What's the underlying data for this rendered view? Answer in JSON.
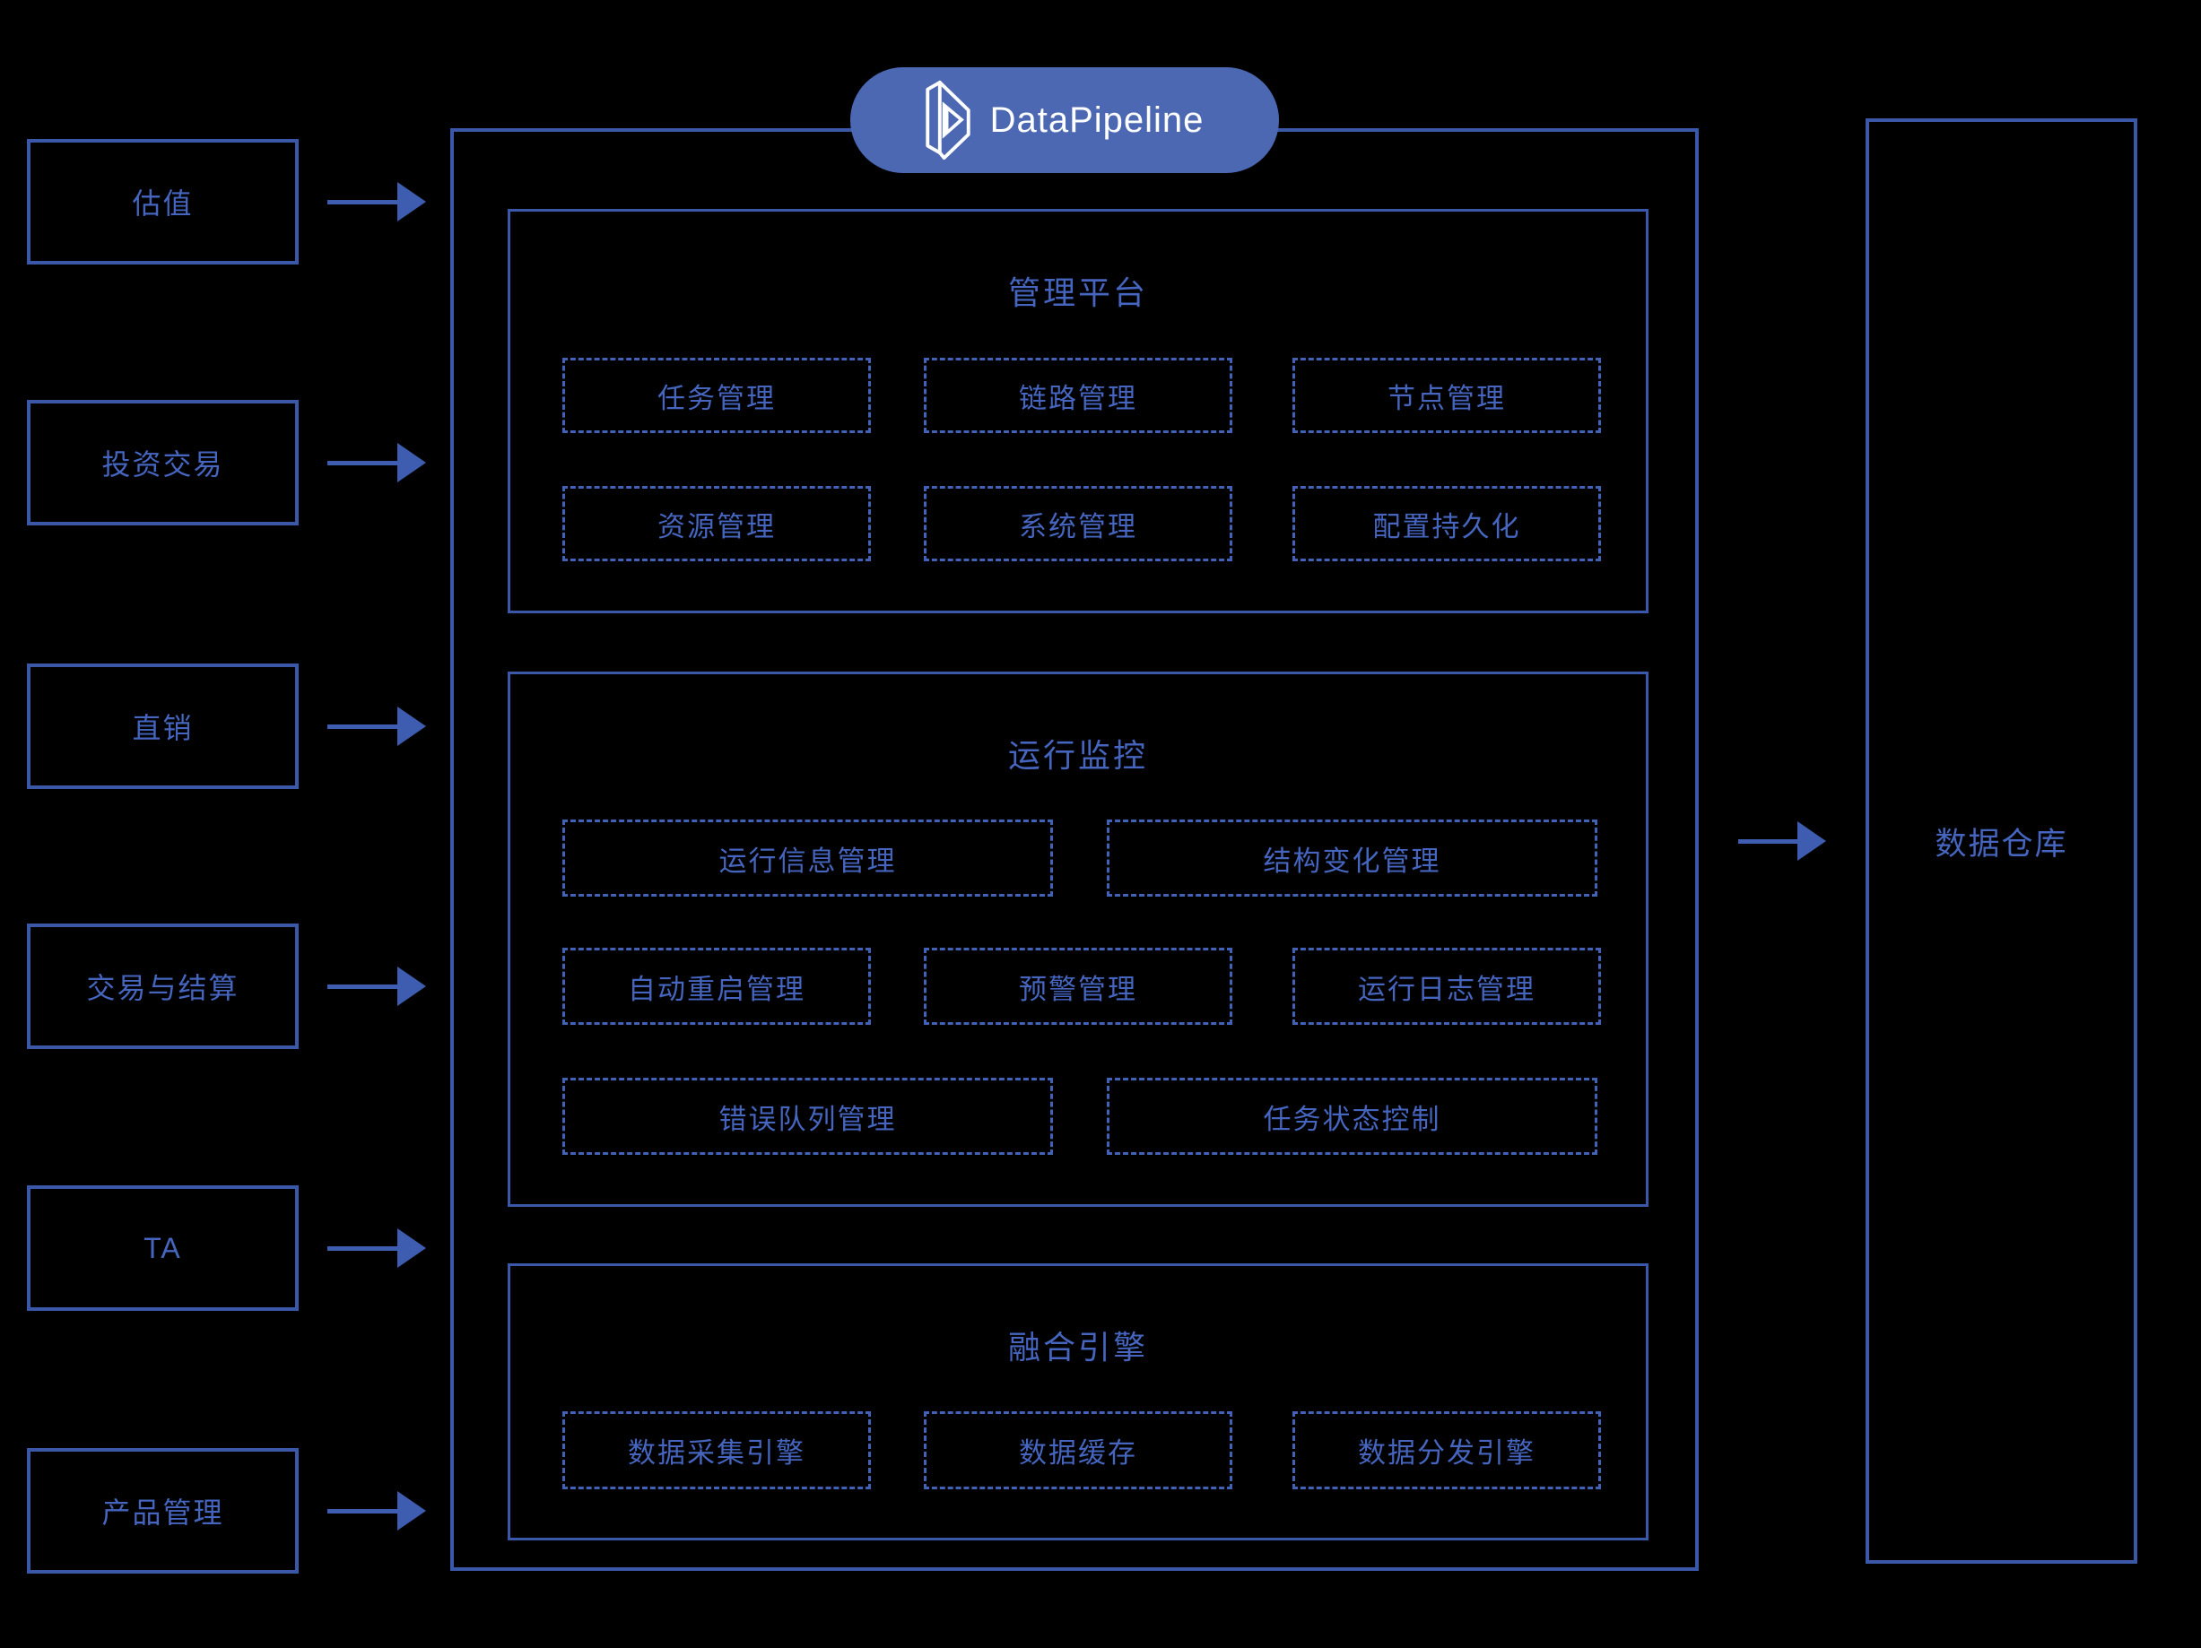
{
  "colors": {
    "bg": "#000000",
    "border": "#3B58A8",
    "dashed": "#4262B8",
    "text": "#4565BE",
    "arrow": "#3E5DB0",
    "brand": "#4C68B2",
    "logo_text": "#FFFFFF"
  },
  "brand": {
    "name": "DataPipeline",
    "icon": "datapipeline-prism-icon"
  },
  "sources": [
    "估值",
    "投资交易",
    "直销",
    "交易与结算",
    "TA",
    "产品管理"
  ],
  "platform": {
    "sections": [
      {
        "title": "管理平台",
        "rows": [
          [
            "任务管理",
            "链路管理",
            "节点管理"
          ],
          [
            "资源管理",
            "系统管理",
            "配置持久化"
          ]
        ]
      },
      {
        "title": "运行监控",
        "rows": [
          [
            "运行信息管理",
            "结构变化管理"
          ],
          [
            "自动重启管理",
            "预警管理",
            "运行日志管理"
          ],
          [
            "错误队列管理",
            "任务状态控制"
          ]
        ]
      },
      {
        "title": "融合引擎",
        "rows": [
          [
            "数据采集引擎",
            "数据缓存",
            "数据分发引擎"
          ]
        ]
      }
    ]
  },
  "target": "数据仓库"
}
